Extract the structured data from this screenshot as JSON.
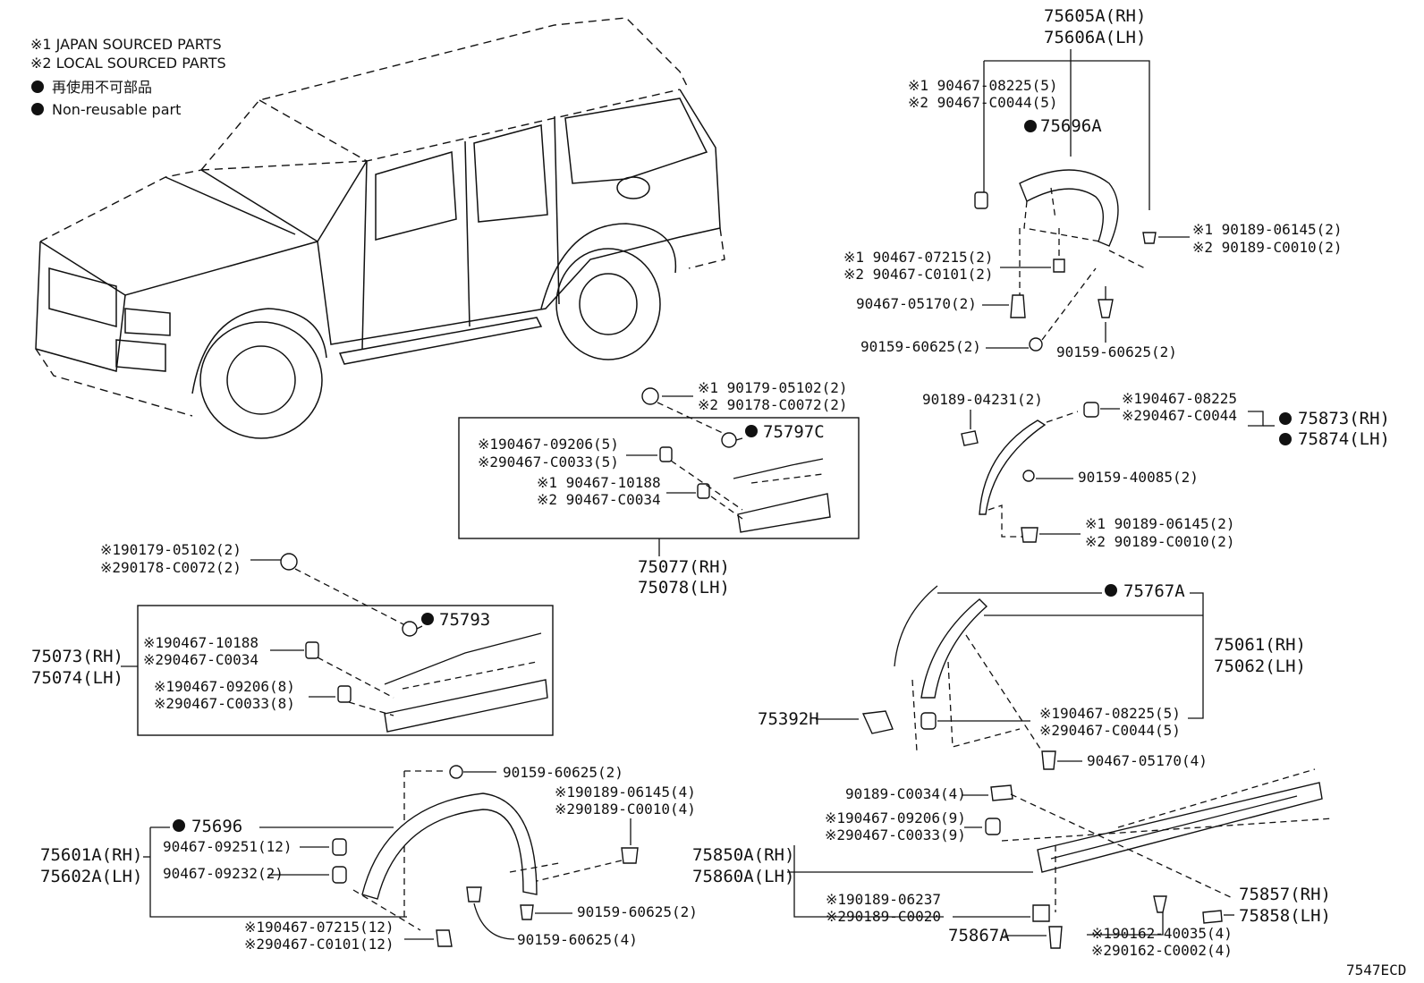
{
  "legend": {
    "japan": "※1 JAPAN SOURCED PARTS",
    "local": "※2 LOCAL SOURCED PARTS",
    "nonreuse_jp": "再使用不可部品",
    "nonreuse_en": "Non-reusable part"
  },
  "rear_arch": {
    "pn_rh": "75605A(RH)",
    "pn_lh": "75606A(LH)",
    "clip_a1": "※1 90467-08225(5)",
    "clip_a2": "※2 90467-C0044(5)",
    "tape": "75696A",
    "scr_1": "※1  90189-06145(2)",
    "scr_2": "※2  90189-C0010(2)",
    "clip_b1": "※1 90467-07215(2)",
    "clip_b2": "※2 90467-C0101(2)",
    "clip_c": "90467-05170(2)",
    "screw_a": "90159-60625(2)",
    "screw_b": "90159-60625(2)"
  },
  "rear_small": {
    "bolt": "90189-04231(2)",
    "clip_1": "※190467-08225",
    "clip_2": "※290467-C0044",
    "pn_rh": "75873(RH)",
    "pn_lh": "75874(LH)",
    "screw": "90159-40085(2)",
    "scr_1": "※1 90189-06145(2)",
    "scr_2": "※2 90189-C0010(2)"
  },
  "rear_door": {
    "rivet_1": "※1 90179-05102(2)",
    "rivet_2": "※2 90178-C0072(2)",
    "tape": "75797C",
    "clip_a1": "※190467-09206(5)",
    "clip_a2": "※290467-C0033(5)",
    "clip_b1": "※1 90467-10188",
    "clip_b2": "※2 90467-C0034",
    "pn_rh": "75077(RH)",
    "pn_lh": "75078(LH)"
  },
  "front_door": {
    "rivet_1": "※190179-05102(2)",
    "rivet_2": "※290178-C0072(2)",
    "tape": "75793",
    "pn_rh": "75073(RH)",
    "pn_lh": "75074(LH)",
    "clip_a1": "※190467-10188",
    "clip_a2": "※290467-C0034",
    "clip_b1": "※190467-09206(8)",
    "clip_b2": "※290467-C0033(8)"
  },
  "front_arch": {
    "tape": "75767A",
    "pn_rh": "75061(RH)",
    "pn_lh": "75062(LH)",
    "bracket": "75392H",
    "clip_1": "※190467-08225(5)",
    "clip_2": "※290467-C0044(5)",
    "clip_c": "90467-05170(4)"
  },
  "front_flare": {
    "screw_top": "90159-60625(2)",
    "scr_1": "※190189-06145(4)",
    "scr_2": "※290189-C0010(4)",
    "tape": "75696",
    "clip_a": "90467-09251(12)",
    "clip_b": "90467-09232(2)",
    "pn_rh": "75601A(RH)",
    "pn_lh": "75602A(LH)",
    "screw_mid": "90159-60625(2)",
    "screw_bot": "90159-60625(4)",
    "clip_c1": "※190467-07215(12)",
    "clip_c2": "※290467-C0101(12)"
  },
  "rocker": {
    "clip_a": "90189-C0034(4)",
    "clip_b1": "※190467-09206(9)",
    "clip_b2": "※290467-C0033(9)",
    "pn_rh": "75850A(RH)",
    "pn_lh": "75860A(LH)",
    "scr_1": "※190189-06237",
    "scr_2": "※290189-C0020",
    "bracket": "75867A",
    "end_rh": "75857(RH)",
    "end_lh": "75858(LH)",
    "rv_1": "※190162-40035(4)",
    "rv_2": "※290162-C0002(4)"
  },
  "figure_code": "7547ECD"
}
